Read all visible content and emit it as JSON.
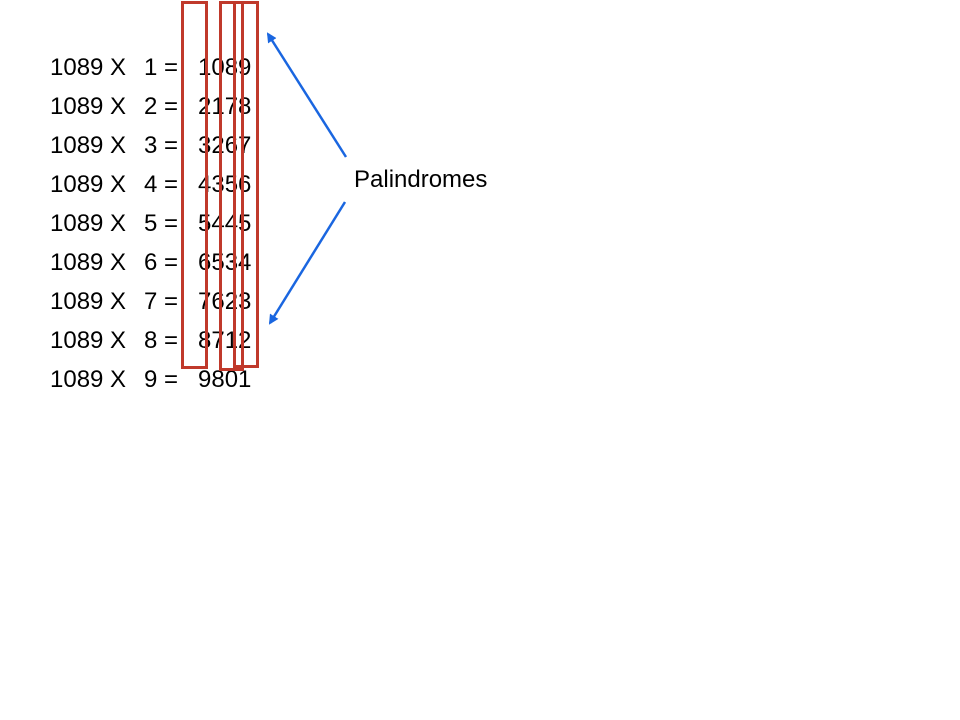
{
  "rows": [
    {
      "multiplicand": "1089",
      "op": "X",
      "multiplier": "1",
      "eq": "=",
      "product": "1089"
    },
    {
      "multiplicand": "1089",
      "op": "X",
      "multiplier": "2",
      "eq": "=",
      "product": "2178"
    },
    {
      "multiplicand": "1089",
      "op": "X",
      "multiplier": "3",
      "eq": "=",
      "product": "3267"
    },
    {
      "multiplicand": "1089",
      "op": "X",
      "multiplier": "4",
      "eq": "=",
      "product": "4356"
    },
    {
      "multiplicand": "1089",
      "op": "X",
      "multiplier": "5",
      "eq": "=",
      "product": "5445"
    },
    {
      "multiplicand": "1089",
      "op": "X",
      "multiplier": "6",
      "eq": "=",
      "product": "6534"
    },
    {
      "multiplicand": "1089",
      "op": "X",
      "multiplier": "7",
      "eq": "=",
      "product": "7623"
    },
    {
      "multiplicand": "1089",
      "op": "X",
      "multiplier": "8",
      "eq": "=",
      "product": "8712"
    },
    {
      "multiplicand": "1089",
      "op": "X",
      "multiplier": "9",
      "eq": "=",
      "product": "9801"
    }
  ],
  "annotation": {
    "label": "Palindromes"
  },
  "colors": {
    "box": "#c0392b",
    "arrow": "#1a66e0",
    "text": "#000000"
  }
}
